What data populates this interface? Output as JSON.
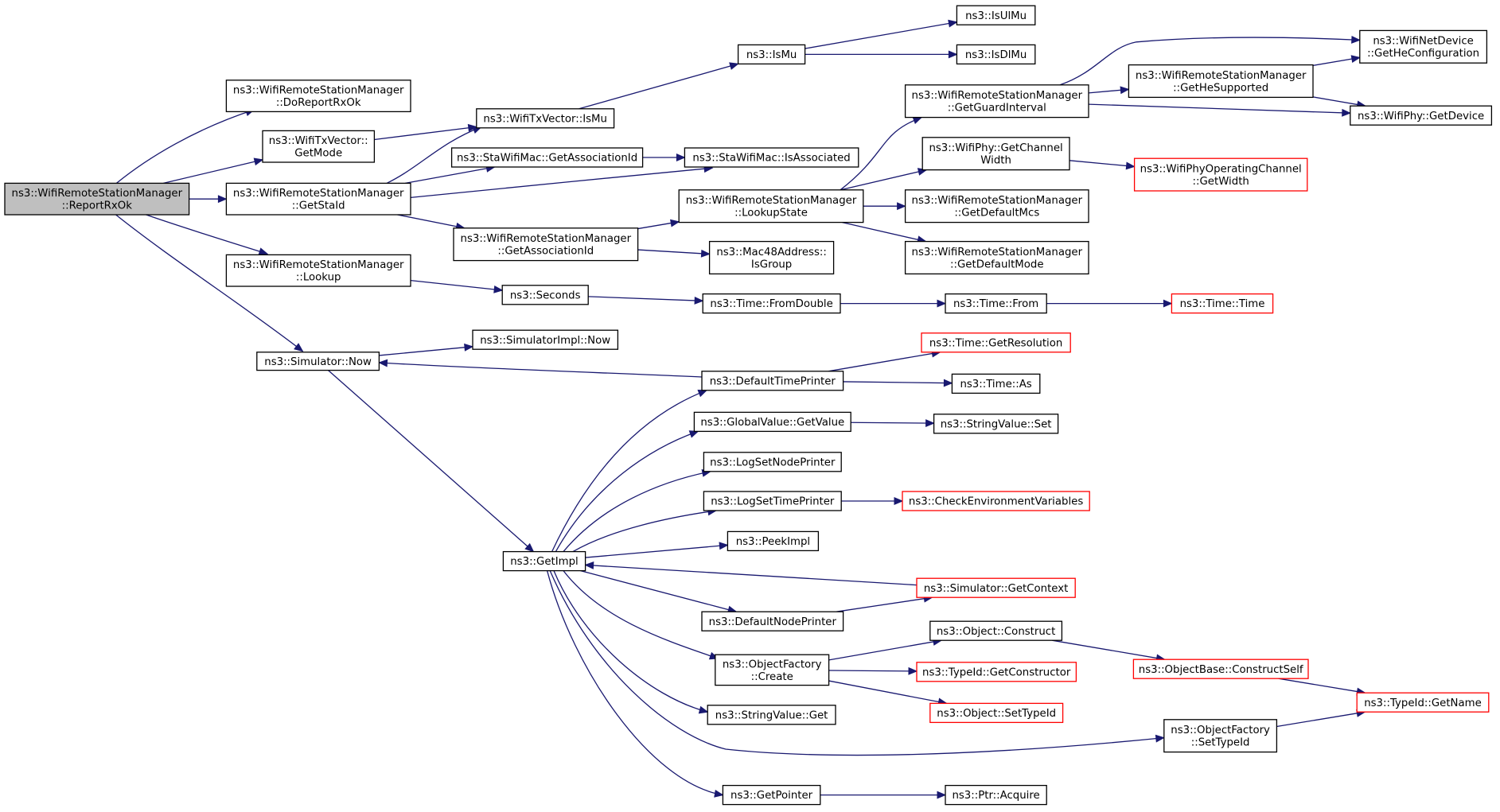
{
  "nodes": [
    {
      "id": "root",
      "lines": [
        "ns3::WifiRemoteStationManager",
        "::ReportRxOk"
      ],
      "style": "root"
    },
    {
      "id": "doReportRxOk",
      "lines": [
        "ns3::WifiRemoteStationManager",
        "::DoReportRxOk"
      ],
      "style": "normal"
    },
    {
      "id": "txGetMode",
      "lines": [
        "ns3::WifiTxVector::",
        "GetMode"
      ],
      "style": "normal"
    },
    {
      "id": "getStaId",
      "lines": [
        "ns3::WifiRemoteStationManager",
        "::GetStaId"
      ],
      "style": "normal"
    },
    {
      "id": "lookup",
      "lines": [
        "ns3::WifiRemoteStationManager",
        "::Lookup"
      ],
      "style": "normal"
    },
    {
      "id": "simNow",
      "lines": [
        "ns3::Simulator::Now"
      ],
      "style": "normal"
    },
    {
      "id": "txIsMu",
      "lines": [
        "ns3::WifiTxVector::IsMu"
      ],
      "style": "normal"
    },
    {
      "id": "staGetAssocId",
      "lines": [
        "ns3::StaWifiMac::GetAssociationId"
      ],
      "style": "normal"
    },
    {
      "id": "staIsAssoc",
      "lines": [
        "ns3::StaWifiMac::IsAssociated"
      ],
      "style": "normal"
    },
    {
      "id": "wrsmGetAssocId",
      "lines": [
        "ns3::WifiRemoteStationManager",
        "::GetAssociationId"
      ],
      "style": "normal"
    },
    {
      "id": "seconds",
      "lines": [
        "ns3::Seconds"
      ],
      "style": "normal"
    },
    {
      "id": "simImplNow",
      "lines": [
        "ns3::SimulatorImpl::Now"
      ],
      "style": "normal"
    },
    {
      "id": "isMu",
      "lines": [
        "ns3::IsMu"
      ],
      "style": "normal"
    },
    {
      "id": "isUlMu",
      "lines": [
        "ns3::IsUlMu"
      ],
      "style": "normal"
    },
    {
      "id": "isDlMu",
      "lines": [
        "ns3::IsDlMu"
      ],
      "style": "normal"
    },
    {
      "id": "getGuardInterval",
      "lines": [
        "ns3::WifiRemoteStationManager",
        "::GetGuardInterval"
      ],
      "style": "normal"
    },
    {
      "id": "getHeSupported",
      "lines": [
        "ns3::WifiRemoteStationManager",
        "::GetHeSupported"
      ],
      "style": "normal"
    },
    {
      "id": "getHeConfig",
      "lines": [
        "ns3::WifiNetDevice",
        "::GetHeConfiguration"
      ],
      "style": "normal"
    },
    {
      "id": "phyGetDevice",
      "lines": [
        "ns3::WifiPhy::GetDevice"
      ],
      "style": "normal"
    },
    {
      "id": "phyGetChannelWidth",
      "lines": [
        "ns3::WifiPhy::GetChannel",
        "Width"
      ],
      "style": "normal"
    },
    {
      "id": "opChanGetWidth",
      "lines": [
        "ns3::WifiPhyOperatingChannel",
        "::GetWidth"
      ],
      "style": "red"
    },
    {
      "id": "lookupState",
      "lines": [
        "ns3::WifiRemoteStationManager",
        "::LookupState"
      ],
      "style": "normal"
    },
    {
      "id": "getDefaultMcs",
      "lines": [
        "ns3::WifiRemoteStationManager",
        "::GetDefaultMcs"
      ],
      "style": "normal"
    },
    {
      "id": "getDefaultMode",
      "lines": [
        "ns3::WifiRemoteStationManager",
        "::GetDefaultMode"
      ],
      "style": "normal"
    },
    {
      "id": "macIsGroup",
      "lines": [
        "ns3::Mac48Address::",
        "IsGroup"
      ],
      "style": "normal"
    },
    {
      "id": "timeFromDouble",
      "lines": [
        "ns3::Time::FromDouble"
      ],
      "style": "normal"
    },
    {
      "id": "timeFrom",
      "lines": [
        "ns3::Time::From"
      ],
      "style": "normal"
    },
    {
      "id": "timeTime",
      "lines": [
        "ns3::Time::Time"
      ],
      "style": "red"
    },
    {
      "id": "timeGetResolution",
      "lines": [
        "ns3::Time::GetResolution"
      ],
      "style": "red"
    },
    {
      "id": "defaultTimePrinter",
      "lines": [
        "ns3::DefaultTimePrinter"
      ],
      "style": "normal"
    },
    {
      "id": "timeAs",
      "lines": [
        "ns3::Time::As"
      ],
      "style": "normal"
    },
    {
      "id": "globalValueGetValue",
      "lines": [
        "ns3::GlobalValue::GetValue"
      ],
      "style": "normal"
    },
    {
      "id": "stringValueSet",
      "lines": [
        "ns3::StringValue::Set"
      ],
      "style": "normal"
    },
    {
      "id": "logSetNodePrinter",
      "lines": [
        "ns3::LogSetNodePrinter"
      ],
      "style": "normal"
    },
    {
      "id": "logSetTimePrinter",
      "lines": [
        "ns3::LogSetTimePrinter"
      ],
      "style": "normal"
    },
    {
      "id": "checkEnvVars",
      "lines": [
        "ns3::CheckEnvironmentVariables"
      ],
      "style": "red"
    },
    {
      "id": "getImpl",
      "lines": [
        "ns3::GetImpl"
      ],
      "style": "normal"
    },
    {
      "id": "peekImpl",
      "lines": [
        "ns3::PeekImpl"
      ],
      "style": "normal"
    },
    {
      "id": "simGetContext",
      "lines": [
        "ns3::Simulator::GetContext"
      ],
      "style": "red"
    },
    {
      "id": "defaultNodePrinter",
      "lines": [
        "ns3::DefaultNodePrinter"
      ],
      "style": "normal"
    },
    {
      "id": "objectConstruct",
      "lines": [
        "ns3::Object::Construct"
      ],
      "style": "normal"
    },
    {
      "id": "objFactoryCreate",
      "lines": [
        "ns3::ObjectFactory",
        "::Create"
      ],
      "style": "normal"
    },
    {
      "id": "typeIdGetConstructor",
      "lines": [
        "ns3::TypeId::GetConstructor"
      ],
      "style": "red"
    },
    {
      "id": "objectBaseConstructSelf",
      "lines": [
        "ns3::ObjectBase::ConstructSelf"
      ],
      "style": "red"
    },
    {
      "id": "objectSetTypeId",
      "lines": [
        "ns3::Object::SetTypeId"
      ],
      "style": "red"
    },
    {
      "id": "typeIdGetName",
      "lines": [
        "ns3::TypeId::GetName"
      ],
      "style": "red"
    },
    {
      "id": "stringValueGet",
      "lines": [
        "ns3::StringValue::Get"
      ],
      "style": "normal"
    },
    {
      "id": "objFactorySetTypeId",
      "lines": [
        "ns3::ObjectFactory",
        "::SetTypeId"
      ],
      "style": "normal"
    },
    {
      "id": "getPointer",
      "lines": [
        "ns3::GetPointer"
      ],
      "style": "normal"
    },
    {
      "id": "ptrAcquire",
      "lines": [
        "ns3::Ptr::Acquire"
      ],
      "style": "normal"
    }
  ],
  "edges": [
    [
      "root",
      "doReportRxOk"
    ],
    [
      "root",
      "txGetMode"
    ],
    [
      "root",
      "getStaId"
    ],
    [
      "root",
      "lookup"
    ],
    [
      "root",
      "simNow"
    ],
    [
      "txGetMode",
      "txIsMu"
    ],
    [
      "getStaId",
      "txIsMu"
    ],
    [
      "getStaId",
      "staGetAssocId"
    ],
    [
      "getStaId",
      "staIsAssoc"
    ],
    [
      "getStaId",
      "wrsmGetAssocId"
    ],
    [
      "txIsMu",
      "isMu"
    ],
    [
      "isMu",
      "isUlMu"
    ],
    [
      "isMu",
      "isDlMu"
    ],
    [
      "staGetAssocId",
      "staIsAssoc"
    ],
    [
      "wrsmGetAssocId",
      "lookupState"
    ],
    [
      "wrsmGetAssocId",
      "macIsGroup"
    ],
    [
      "lookupState",
      "getGuardInterval"
    ],
    [
      "lookupState",
      "phyGetChannelWidth"
    ],
    [
      "lookupState",
      "getDefaultMcs"
    ],
    [
      "lookupState",
      "getDefaultMode"
    ],
    [
      "getGuardInterval",
      "getHeSupported"
    ],
    [
      "getGuardInterval",
      "getHeConfig"
    ],
    [
      "getGuardInterval",
      "phyGetDevice"
    ],
    [
      "getHeSupported",
      "getHeConfig"
    ],
    [
      "getHeSupported",
      "phyGetDevice"
    ],
    [
      "phyGetChannelWidth",
      "opChanGetWidth"
    ],
    [
      "lookup",
      "seconds"
    ],
    [
      "seconds",
      "timeFromDouble"
    ],
    [
      "timeFromDouble",
      "timeFrom"
    ],
    [
      "timeFrom",
      "timeTime"
    ],
    [
      "simNow",
      "simImplNow"
    ],
    [
      "simNow",
      "getImpl"
    ],
    [
      "defaultTimePrinter",
      "simNow"
    ],
    [
      "defaultTimePrinter",
      "timeGetResolution"
    ],
    [
      "defaultTimePrinter",
      "timeAs"
    ],
    [
      "globalValueGetValue",
      "stringValueSet"
    ],
    [
      "logSetTimePrinter",
      "checkEnvVars"
    ],
    [
      "getImpl",
      "defaultTimePrinter"
    ],
    [
      "getImpl",
      "globalValueGetValue"
    ],
    [
      "getImpl",
      "logSetNodePrinter"
    ],
    [
      "getImpl",
      "logSetTimePrinter"
    ],
    [
      "getImpl",
      "peekImpl"
    ],
    [
      "getImpl",
      "defaultNodePrinter"
    ],
    [
      "getImpl",
      "objFactoryCreate"
    ],
    [
      "getImpl",
      "stringValueGet"
    ],
    [
      "getImpl",
      "objFactorySetTypeId"
    ],
    [
      "getImpl",
      "getPointer"
    ],
    [
      "simGetContext",
      "getImpl"
    ],
    [
      "defaultNodePrinter",
      "simGetContext"
    ],
    [
      "objFactoryCreate",
      "objectConstruct"
    ],
    [
      "objFactoryCreate",
      "typeIdGetConstructor"
    ],
    [
      "objFactoryCreate",
      "objectSetTypeId"
    ],
    [
      "objectConstruct",
      "objectBaseConstructSelf"
    ],
    [
      "objectBaseConstructSelf",
      "typeIdGetName"
    ],
    [
      "objFactorySetTypeId",
      "typeIdGetName"
    ],
    [
      "getPointer",
      "ptrAcquire"
    ]
  ]
}
